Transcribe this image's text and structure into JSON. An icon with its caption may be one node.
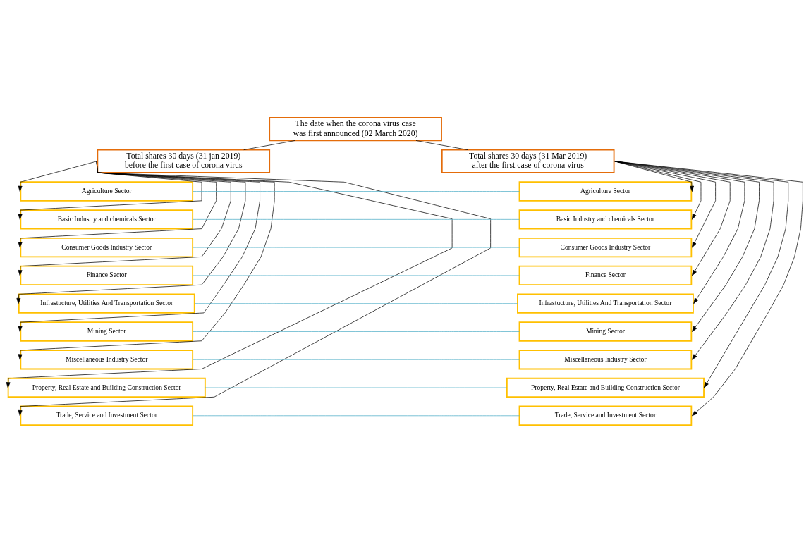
{
  "diagram": {
    "nodes": [
      {
        "text": [
          "The date when the corona virus case was first announced (02 March 2020)"
        ]
      },
      {
        "text": [
          "Total shares 30 days (31 jan 2019) before the first case of corona virus"
        ]
      },
      {
        "text": [
          "Total shares 30 days (31 Mar 2019) after the first case of corona virus"
        ]
      },
      {
        "text": [
          "Agriculture Sector"
        ]
      },
      {
        "text": [
          "Basic Industry and chemicals Sector"
        ]
      },
      {
        "text": [
          "Consumer Goods Industry Sector"
        ]
      },
      {
        "text": [
          "Finance Sector"
        ]
      },
      {
        "text": [
          "Infrastucture, Utilities And Transportation Sector"
        ]
      },
      {
        "text": [
          "Mining Sector"
        ]
      },
      {
        "text": [
          "Miscellaneous Industry Sector"
        ]
      },
      {
        "text": [
          "Property, Real Estate and Building Construction Sector"
        ]
      },
      {
        "text": [
          "Trade, Service and Investment Sector"
        ]
      },
      {
        "text": [
          "Agriculture Sector"
        ]
      },
      {
        "text": [
          "Basic Industry and chemicals Sector"
        ]
      },
      {
        "text": [
          "Consumer Goods Industry Sector"
        ]
      },
      {
        "text": [
          "Finance Sector"
        ]
      },
      {
        "text": [
          "Infrastucture, Utilities And Transportation Sector"
        ]
      },
      {
        "text": [
          "Mining Sector"
        ]
      },
      {
        "text": [
          "Miscellaneous Industry Sector"
        ]
      },
      {
        "text": [
          "Property, Real Estate and Building Construction Sector"
        ]
      },
      {
        "text": [
          "Trade, Service and Investment Sector"
        ]
      }
    ],
    "edges": [
      {
        "from": 0,
        "to": 1,
        "arrow": "none"
      },
      {
        "from": 0,
        "to": 2,
        "arrow": "none"
      },
      {
        "from": 1,
        "to": 3,
        "arrow": "to"
      },
      {
        "from": 1,
        "to": 4,
        "arrow": "to"
      },
      {
        "from": 1,
        "to": 5,
        "arrow": "to"
      },
      {
        "from": 1,
        "to": 6,
        "arrow": "to"
      },
      {
        "from": 1,
        "to": 7,
        "arrow": "to"
      },
      {
        "from": 1,
        "to": 8,
        "arrow": "to"
      },
      {
        "from": 1,
        "to": 9,
        "arrow": "to"
      },
      {
        "from": 1,
        "to": 10,
        "arrow": "to"
      },
      {
        "from": 1,
        "to": 11,
        "arrow": "to"
      },
      {
        "from": 2,
        "to": 12,
        "arrow": "to"
      },
      {
        "from": 2,
        "to": 13,
        "arrow": "to"
      },
      {
        "from": 2,
        "to": 14,
        "arrow": "to"
      },
      {
        "from": 2,
        "to": 15,
        "arrow": "to"
      },
      {
        "from": 2,
        "to": 16,
        "arrow": "to"
      },
      {
        "from": 2,
        "to": 17,
        "arrow": "to"
      },
      {
        "from": 2,
        "to": 18,
        "arrow": "to"
      },
      {
        "from": 2,
        "to": 19,
        "arrow": "to"
      },
      {
        "from": 2,
        "to": 20,
        "arrow": "to"
      },
      {
        "from": 3,
        "to": 12,
        "arrow": "none",
        "color": "#4bacc6"
      },
      {
        "from": 4,
        "to": 13,
        "arrow": "none",
        "color": "#4bacc6"
      },
      {
        "from": 5,
        "to": 14,
        "arrow": "none",
        "color": "#4bacc6"
      },
      {
        "from": 6,
        "to": 15,
        "arrow": "none",
        "color": "#4bacc6"
      },
      {
        "from": 7,
        "to": 16,
        "arrow": "none",
        "color": "#4bacc6"
      },
      {
        "from": 8,
        "to": 17,
        "arrow": "none",
        "color": "#4bacc6"
      },
      {
        "from": 9,
        "to": 18,
        "arrow": "none",
        "color": "#4bacc6"
      },
      {
        "from": 10,
        "to": 19,
        "arrow": "none",
        "color": "#4bacc6"
      },
      {
        "from": 11,
        "to": 20,
        "arrow": "none",
        "color": "#4bacc6"
      }
    ]
  }
}
